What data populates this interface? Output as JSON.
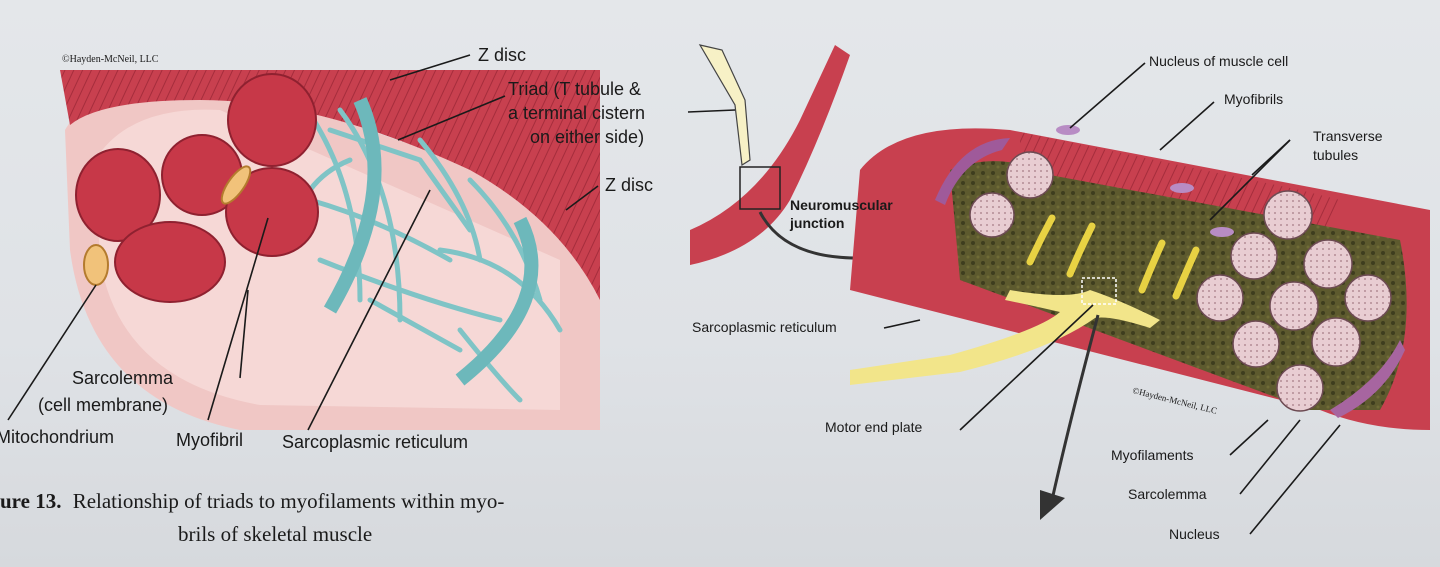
{
  "left_figure": {
    "copyright": "©Hayden-McNeil, LLC",
    "labels": {
      "z_disc_top": "Z disc",
      "triad_1": "Triad (T tubule &",
      "triad_2": "a terminal cistern",
      "triad_3": "on either side)",
      "z_disc_right": "Z disc",
      "sarcolemma": "Sarcolemma",
      "cell_membrane": "(cell membrane)",
      "mitochondrium": "Mitochondrium",
      "myofibril": "Myofibril",
      "sarcoplasmic_reticulum": "Sarcoplasmic reticulum"
    },
    "caption_line1_bold": "ure 13.",
    "caption_line1": "Relationship of triads to myofilaments within myo-",
    "caption_line2": "brils of skeletal muscle"
  },
  "right_figure": {
    "copyright": "©Hayden-McNeil, LLC",
    "labels": {
      "nucleus_of_muscle_cell": "Nucleus of muscle cell",
      "myofibrils": "Myofibrils",
      "transverse": "Transverse",
      "tubules": "tubules",
      "neuromuscular": "Neuromuscular",
      "junction": "junction",
      "sarcoplasmic_reticulum": "Sarcoplasmic reticulum",
      "motor_end_plate": "Motor end plate",
      "myofilaments": "Myofilaments",
      "sarcolemma": "Sarcolemma",
      "nucleus": "Nucleus"
    }
  },
  "colors": {
    "muscle_red": "#c8404f",
    "myofibril_red": "#c73848",
    "reticulum_teal": "#7fc4c6",
    "nerve_yellow": "#f2e58a",
    "membrane_pink": "#f0c7c5",
    "fibril_pink": "#e9c8ce"
  }
}
